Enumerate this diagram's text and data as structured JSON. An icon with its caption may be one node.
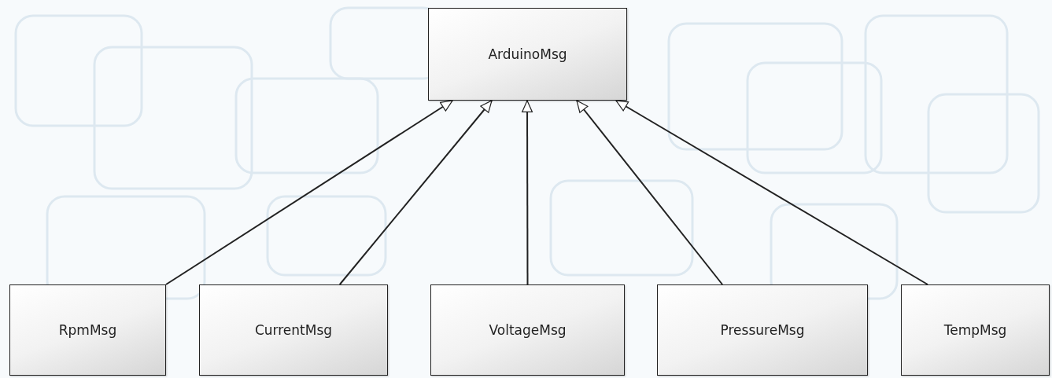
{
  "diagram": {
    "nodes": [
      {
        "text": [
          "ArduinoMsg"
        ]
      },
      {
        "text": [
          "RpmMsg"
        ]
      },
      {
        "text": [
          "CurrentMsg"
        ]
      },
      {
        "text": [
          "VoltageMsg"
        ]
      },
      {
        "text": [
          "PressureMsg"
        ]
      },
      {
        "text": [
          "TempMsg"
        ]
      }
    ],
    "edges": [
      {
        "from": 1,
        "to": 0,
        "arrow": "to"
      },
      {
        "from": 2,
        "to": 0,
        "arrow": "to"
      },
      {
        "from": 3,
        "to": 0,
        "arrow": "to"
      },
      {
        "from": 4,
        "to": 0,
        "arrow": "to"
      },
      {
        "from": 5,
        "to": 0,
        "arrow": "to"
      }
    ]
  }
}
